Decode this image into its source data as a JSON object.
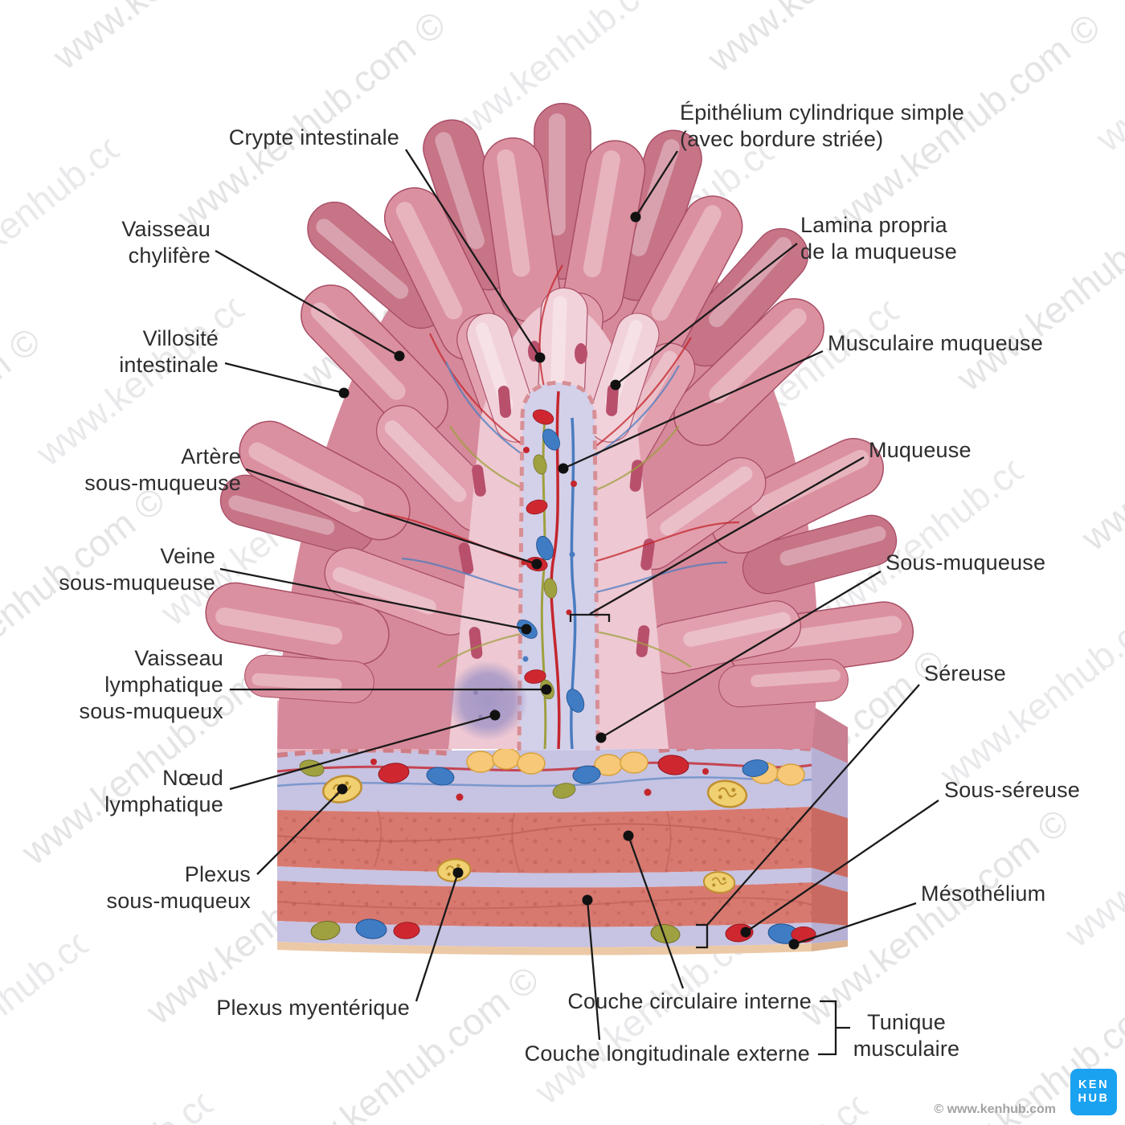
{
  "watermark": {
    "text": "www.kenhub.com ©"
  },
  "labels": {
    "left": [
      {
        "id": "crypte",
        "text": "Crypte intestinale"
      },
      {
        "id": "vaisseau-chylifere",
        "text": "Vaisseau\nchylifère"
      },
      {
        "id": "villosite-intestinale",
        "text": "Villosité\nintestinale"
      },
      {
        "id": "artere-sous-muqueuse",
        "text": "Artère\nsous-muqueuse"
      },
      {
        "id": "veine-sous-muqueuse",
        "text": "Veine\nsous-muqueuse"
      },
      {
        "id": "vaisseau-lymphatique",
        "text": "Vaisseau\nlymphatique\nsous-muqueux"
      },
      {
        "id": "noeud-lymphatique",
        "text": "Nœud\nlymphatique"
      },
      {
        "id": "plexus-sous-muqueux",
        "text": "Plexus\nsous-muqueux"
      },
      {
        "id": "plexus-myenterique",
        "text": "Plexus myentérique"
      }
    ],
    "right": [
      {
        "id": "epithelium",
        "text": "Épithélium cylindrique simple\n(avec bordure striée)"
      },
      {
        "id": "lamina-propria",
        "text": "Lamina propria\nde la muqueuse"
      },
      {
        "id": "musculaire-muqueuse",
        "text": "Musculaire muqueuse"
      },
      {
        "id": "muqueuse",
        "text": "Muqueuse"
      },
      {
        "id": "sous-muqueuse",
        "text": "Sous-muqueuse"
      },
      {
        "id": "sereuse",
        "text": "Séreuse"
      },
      {
        "id": "sous-sereuse",
        "text": "Sous-séreuse"
      },
      {
        "id": "mesothelium",
        "text": "Mésothélium"
      }
    ],
    "bottom": {
      "couche_circulaire": "Couche circulaire interne",
      "couche_longitudinale": "Couche longitudinale externe",
      "tunique": "Tunique\nmusculaire"
    }
  },
  "footer": {
    "copyright": "© www.kenhub.com",
    "logo_line1": "KEN",
    "logo_line2": "HUB"
  },
  "colors": {
    "brand_blue": "#1aa2f1",
    "label_text": "#2d2d2d",
    "leader_line": "#1a1a1a",
    "watermark_gray": "#e4e4e6",
    "villus_pink": "#db909f",
    "villus_dark": "#c77487",
    "cut_face_pink": "#eec8d2",
    "submucosa_lavender": "#c7c3e2",
    "muscle_salmon": "#d8796f",
    "serosa_peach": "#ecc9a6",
    "artery_red": "#c4262d",
    "vein_blue": "#4a7cc0",
    "lymph_olive": "#9fa03f",
    "fat_yellow": "#f6c877",
    "lymph_node_purple": "#a195c6"
  }
}
